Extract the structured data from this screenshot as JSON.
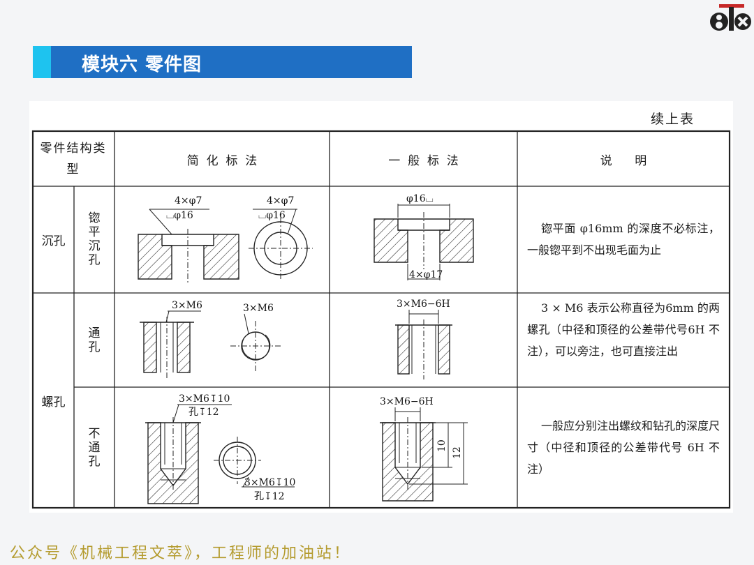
{
  "header": {
    "title": "模块六  零件图",
    "logo_icon": "8tx-logo-icon",
    "accent": "#1ec3ef",
    "brand": "#1f6fc4"
  },
  "table": {
    "continuation": "续上表",
    "columns": {
      "type": "零件结构类型",
      "simplified": "简  化  标  法",
      "general": "一  般  标  法",
      "description": "说      明"
    },
    "rows": [
      {
        "group": "沉孔",
        "sub": "锪平沉孔",
        "simplified_labels": [
          "4×φ7",
          "⌴φ16",
          "4×φ7",
          "⌴φ16"
        ],
        "general_labels": [
          "φ16⌴",
          "4×φ17"
        ],
        "description": "锪平面 φ16mm 的深度不必标注，一般锪平到不出现毛面为止"
      },
      {
        "group": "螺孔",
        "sub": "通孔",
        "simplified_labels": [
          "3×M6",
          "3×M6"
        ],
        "general_labels": [
          "3×M6−6H"
        ],
        "description": "3 × M6 表示公称直径为6mm 的两螺孔（中径和顶径的公差带代号6H 不注），可以旁注，也可直接注出"
      },
      {
        "group": "螺孔",
        "sub": "不通孔",
        "simplified_labels": [
          "3×M6↧10",
          "孔↧12",
          "3×M6↧10",
          "孔↧12"
        ],
        "general_labels": [
          "3×M6−6H",
          "10",
          "12"
        ],
        "description": "一般应分别注出螺纹和钻孔的深度尺寸（中径和顶径的公差带代号 6H 不注）"
      }
    ]
  },
  "footer": "公众号《机械工程文萃》，工程师的加油站！"
}
